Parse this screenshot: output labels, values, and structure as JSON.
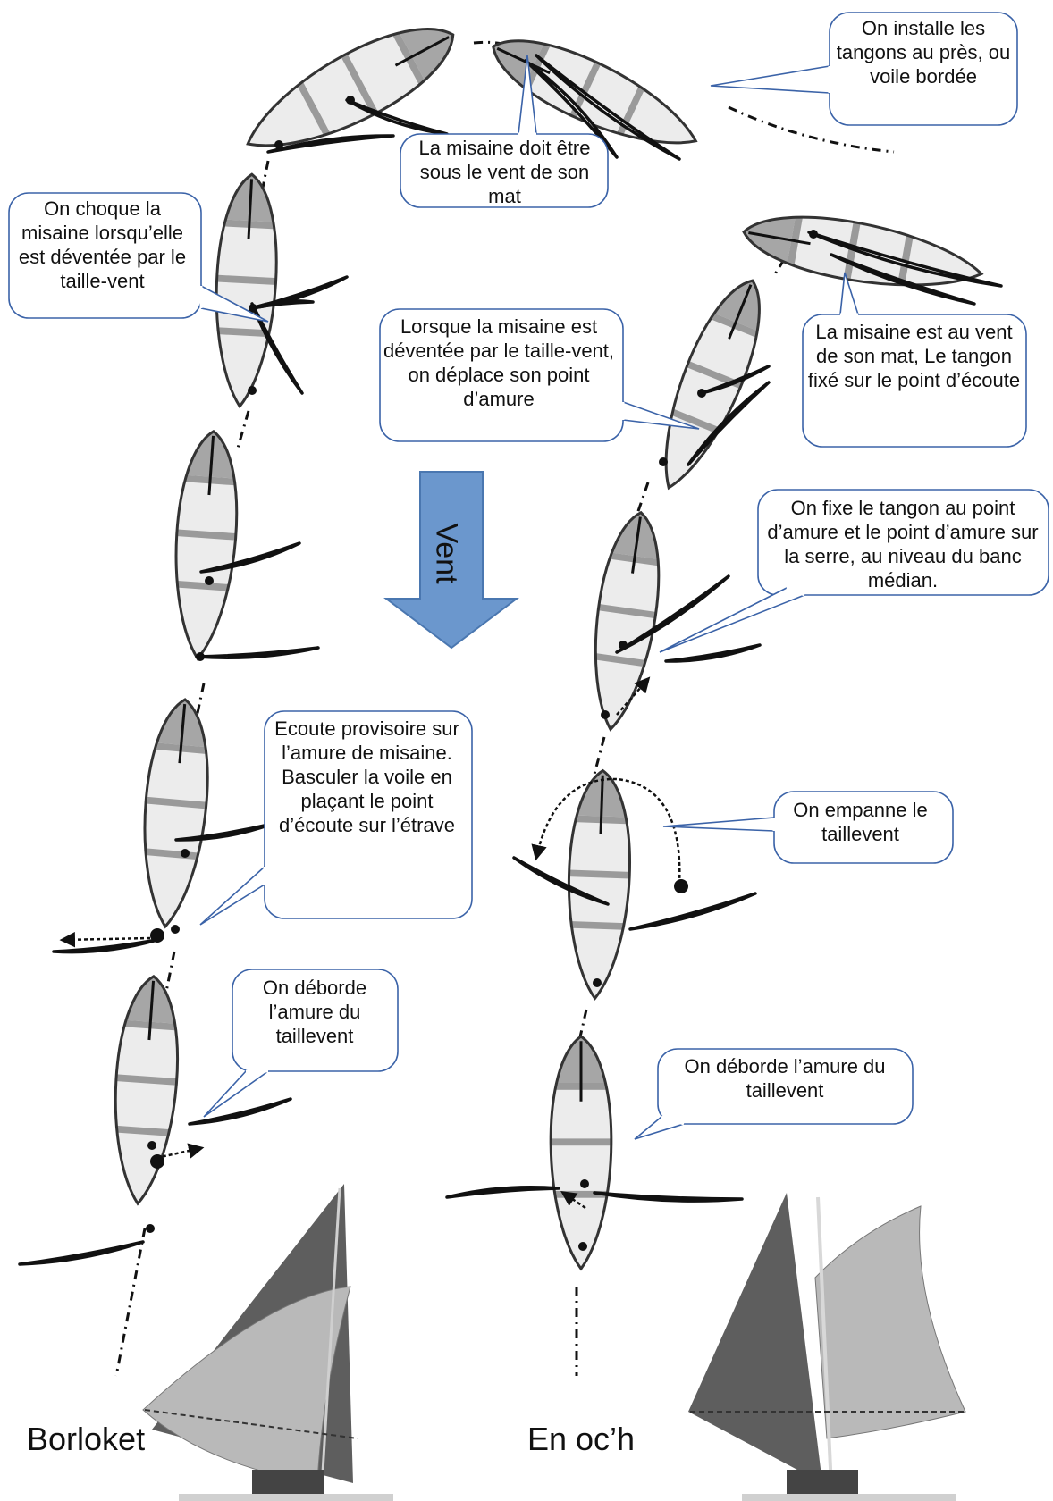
{
  "wind_label": "Vent",
  "colors": {
    "hull_fill": "#ececec",
    "hull_stroke": "#333333",
    "bow_fill": "#a6a6a6",
    "thwart": "#9a9a9a",
    "callout_stroke": "#3b63a8",
    "wind_arrow": "#6b97cd",
    "sail_dark": "#5e5e5e",
    "sail_light": "#b9b9b9"
  },
  "callouts": [
    {
      "id": "installe-tangons",
      "text": "On installe les tangons au près, ou voile bordée"
    },
    {
      "id": "misaine-sous-le-vent",
      "text": "La misaine doit être sous le vent de son mat"
    },
    {
      "id": "choque-misaine",
      "text": "On choque la misaine lorsqu’elle est déventée par le taille-vent"
    },
    {
      "id": "deplace-point-amure",
      "text": "Lorsque la misaine est déventée par le taille-vent, on déplace son point d’amure"
    },
    {
      "id": "misaine-au-vent",
      "text": "La misaine est au vent de son mat, Le tangon fixé sur le point d’écoute"
    },
    {
      "id": "fixe-tangon",
      "text": "On fixe le tangon au point d’amure et le point d’amure sur la serre, au niveau du banc médian."
    },
    {
      "id": "ecoute-provisoire",
      "text": "Ecoute provisoire sur l’amure de misaine. Basculer la voile en plaçant le point d’écoute sur l’étrave"
    },
    {
      "id": "empanne",
      "text": "On empanne le taillevent"
    },
    {
      "id": "deborde-gauche",
      "text": "On déborde l’amure du taillevent"
    },
    {
      "id": "deborde-droite",
      "text": "On déborde l’amure du taillevent"
    }
  ],
  "labels": {
    "left": "Borloket",
    "right": "En oc’h"
  }
}
